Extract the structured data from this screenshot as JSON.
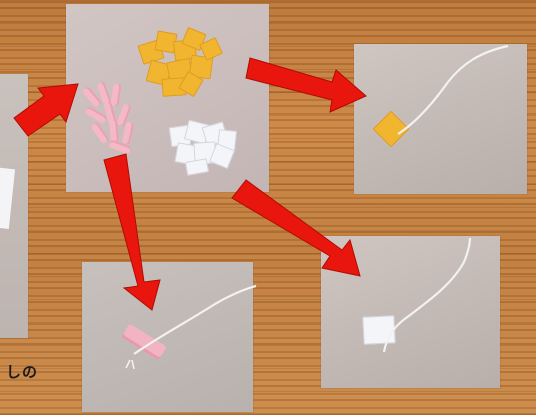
{
  "caption_text": "しの",
  "colors": {
    "arrow": "#e8160c",
    "yellow_chip": "#f2b530",
    "white_chip": "#f4f5f8",
    "pink_straw": "#f5b9c6",
    "string": "#f2f2f0"
  },
  "photos": [
    {
      "name": "materials-photo",
      "description_icon": "materials"
    },
    {
      "name": "yellow-tag-photo",
      "description_icon": "yellow-square-on-string"
    },
    {
      "name": "pink-straw-photo",
      "description_icon": "pink-straw-on-string"
    },
    {
      "name": "white-tag-photo",
      "description_icon": "white-square-on-string"
    }
  ]
}
